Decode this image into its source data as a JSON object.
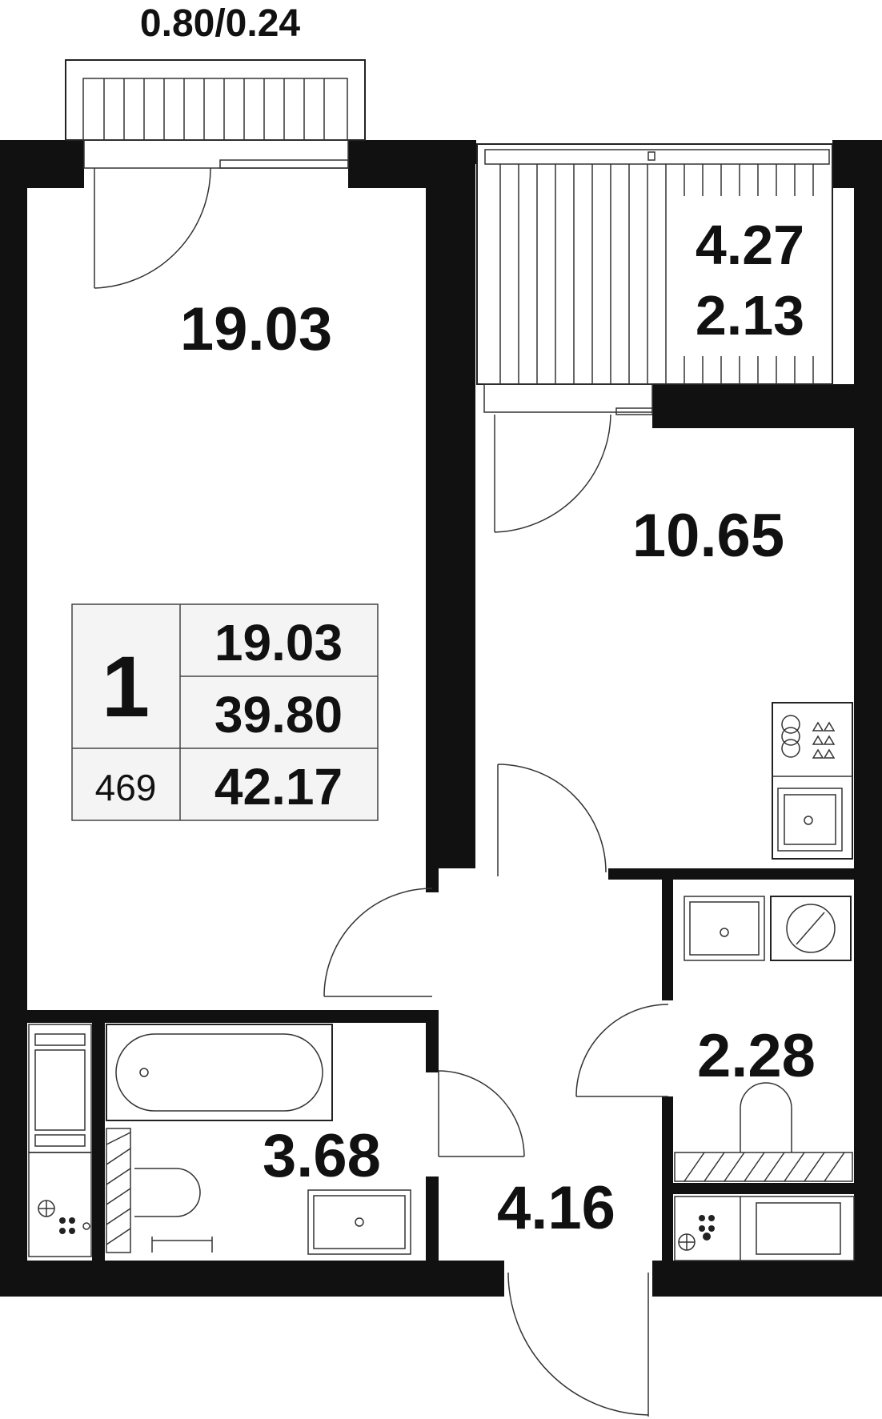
{
  "balcony_top": {
    "label": "0.80/0.24"
  },
  "loggia": {
    "area_full": "4.27",
    "area_reduced": "2.13"
  },
  "rooms": {
    "living_room": "19.03",
    "kitchen": "10.65",
    "bathroom": "3.68",
    "hallway": "4.16",
    "toilet": "2.28"
  },
  "info_block": {
    "rooms_count": "1",
    "living_area": "19.03",
    "total_area": "39.80",
    "total_area_with_balcony": "42.17",
    "apartment_number": "469"
  },
  "colors": {
    "wall": "#111111",
    "background": "#ffffff",
    "info_bg": "#f4f4f4"
  }
}
